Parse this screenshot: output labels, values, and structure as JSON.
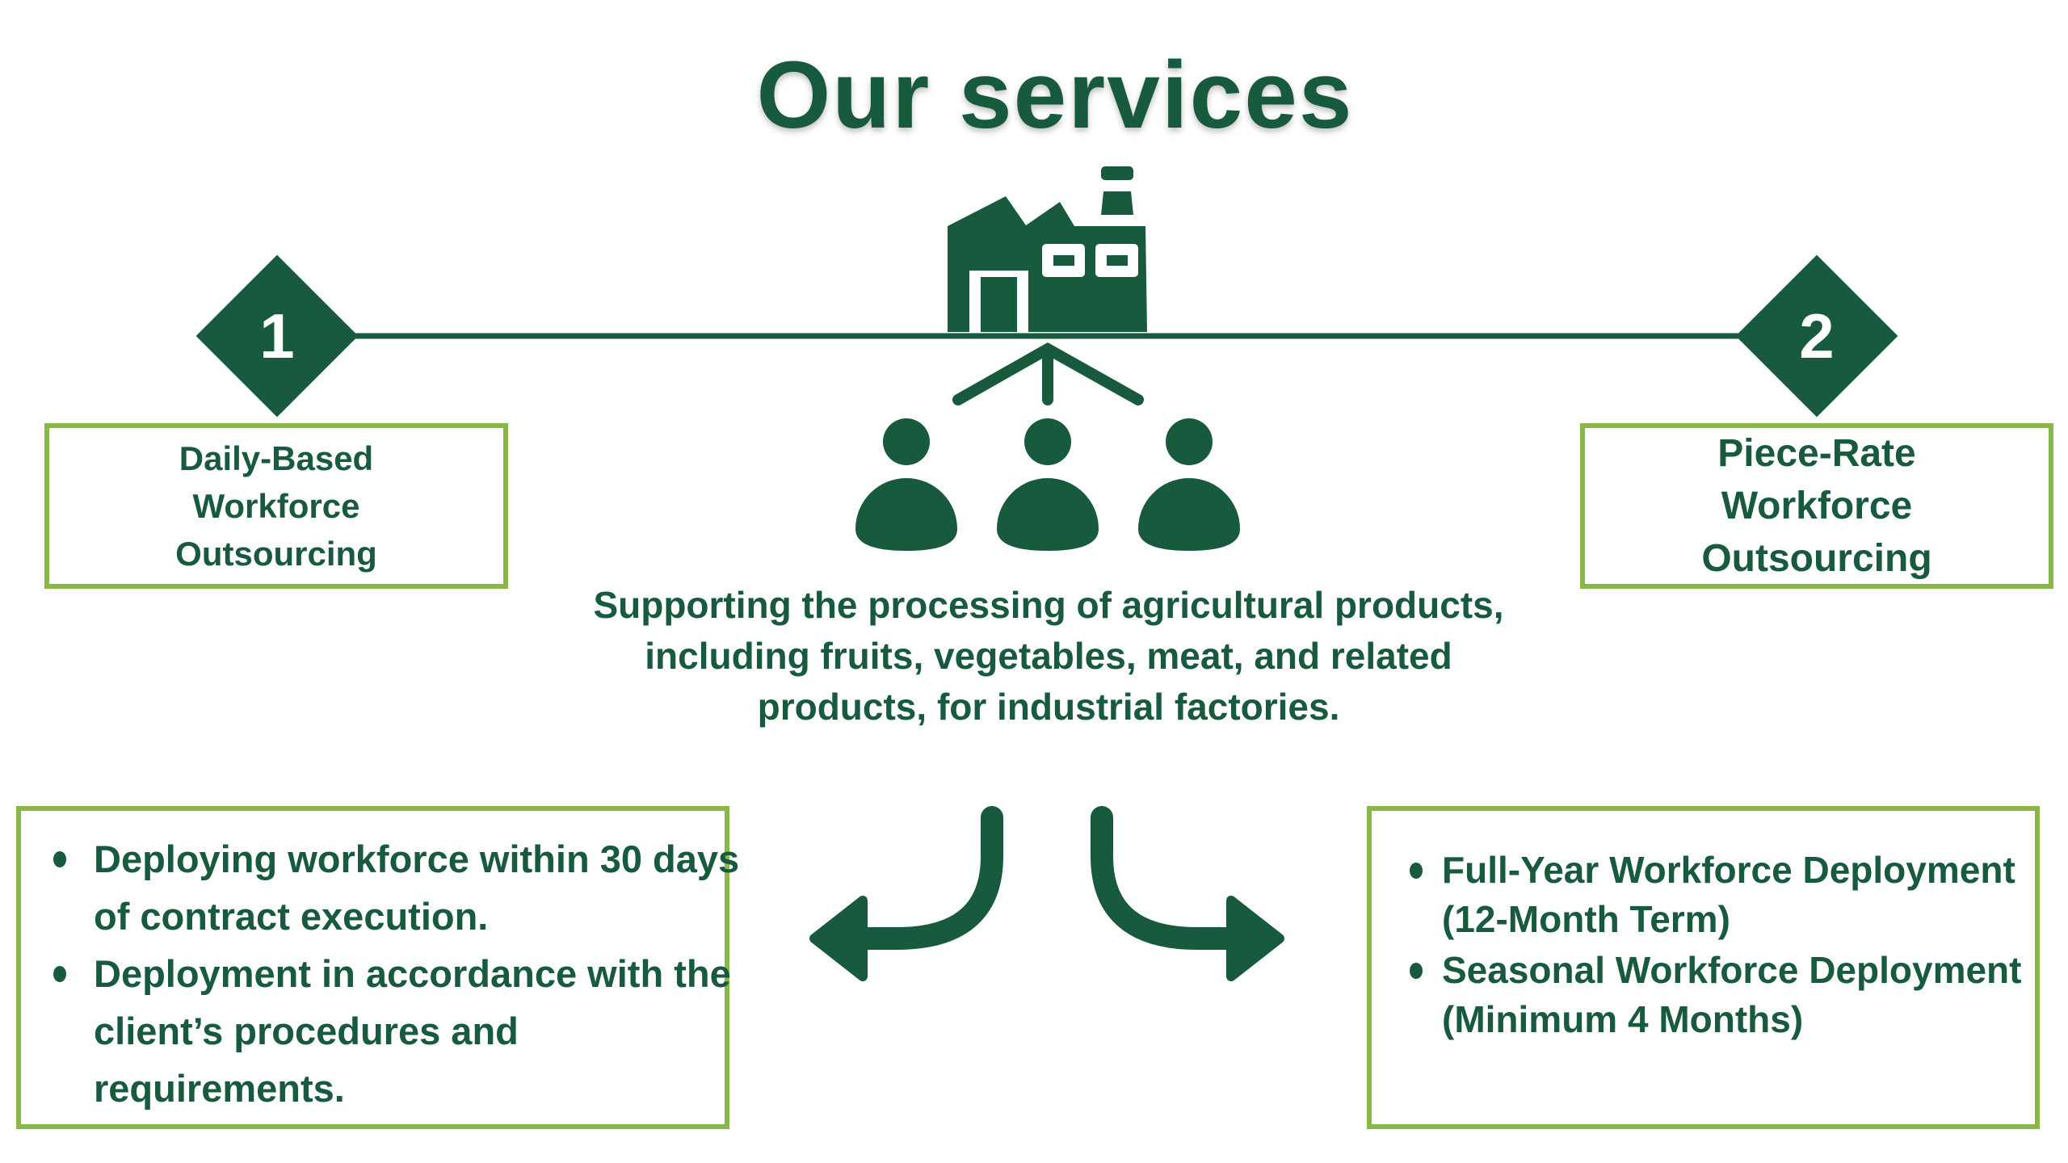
{
  "title": "Our services",
  "colors": {
    "dark_green": "#185a3e",
    "light_green": "#8ab846"
  },
  "services": [
    {
      "number": "1",
      "label_lines": [
        "Daily-Based",
        "Workforce",
        "Outsourcing"
      ],
      "bullets": [
        "Deploying workforce within 30 days of contract execution.",
        "Deployment in accordance with the client’s procedures and requirements."
      ]
    },
    {
      "number": "2",
      "label_lines": [
        "Piece-Rate",
        "Workforce",
        "Outsourcing"
      ],
      "bullets": [
        "Full-Year Workforce Deployment (12-Month Term)",
        "Seasonal Workforce Deployment (Minimum 4 Months)"
      ]
    }
  ],
  "center_text": "Supporting the processing of agricultural products, including fruits, vegetables, meat, and related products, for industrial factories.",
  "icons": [
    "factory-icon",
    "network-branch-icon",
    "people-icon",
    "curved-arrow-left-icon",
    "curved-arrow-right-icon"
  ]
}
